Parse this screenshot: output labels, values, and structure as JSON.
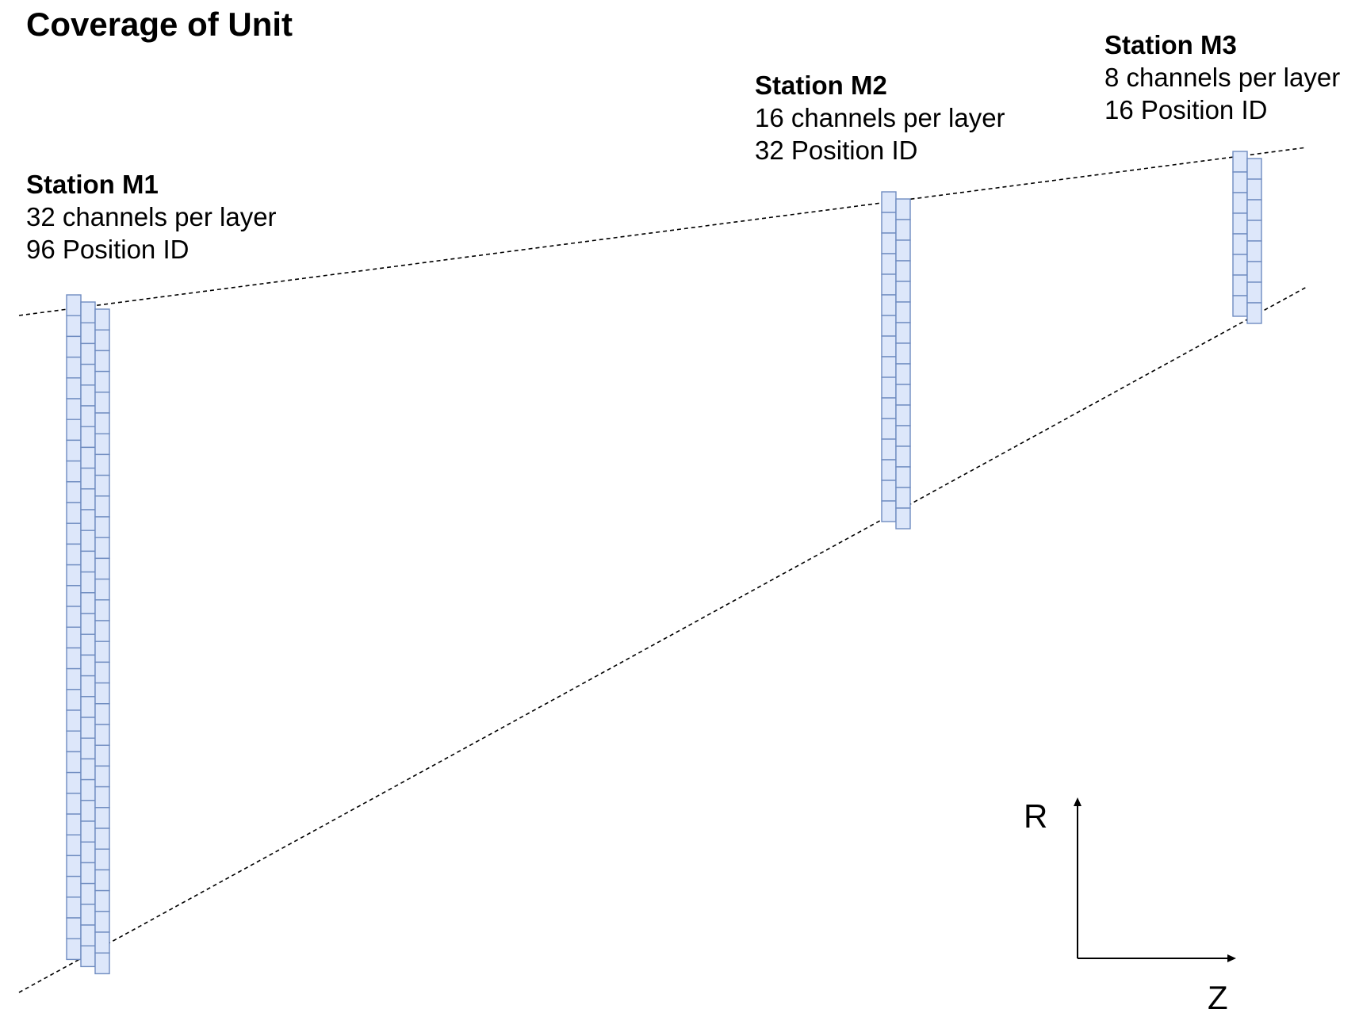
{
  "title": "Coverage of Unit",
  "stations": [
    {
      "name": "Station M1",
      "channels": "32 channels per layer",
      "positions": "96 Position ID",
      "layers": 3,
      "cells_per_layer": 32
    },
    {
      "name": "Station M2",
      "channels": "16 channels per layer",
      "positions": "32 Position ID",
      "layers": 2,
      "cells_per_layer": 16
    },
    {
      "name": "Station M3",
      "channels": "8 channels per layer",
      "positions": "16 Position ID",
      "layers": 2,
      "cells_per_layer": 8
    }
  ],
  "axes": {
    "vertical": "R",
    "horizontal": "Z"
  },
  "colors": {
    "cell_fill": "#dde7fa",
    "cell_stroke": "#6f8cc0",
    "line": "#000000"
  }
}
